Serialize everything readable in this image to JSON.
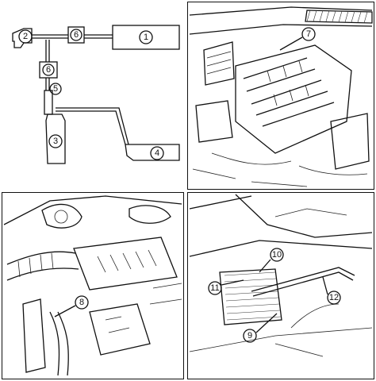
{
  "callouts": {
    "c1": "1",
    "c2": "2",
    "c3": "3",
    "c4": "4",
    "c5": "5",
    "c6a": "6",
    "c6b": "6",
    "c7": "7",
    "c8": "8",
    "c9": "9",
    "c10": "10",
    "c11": "11",
    "c12": "12"
  },
  "colors": {
    "line": "#111111",
    "background": "#ffffff"
  }
}
